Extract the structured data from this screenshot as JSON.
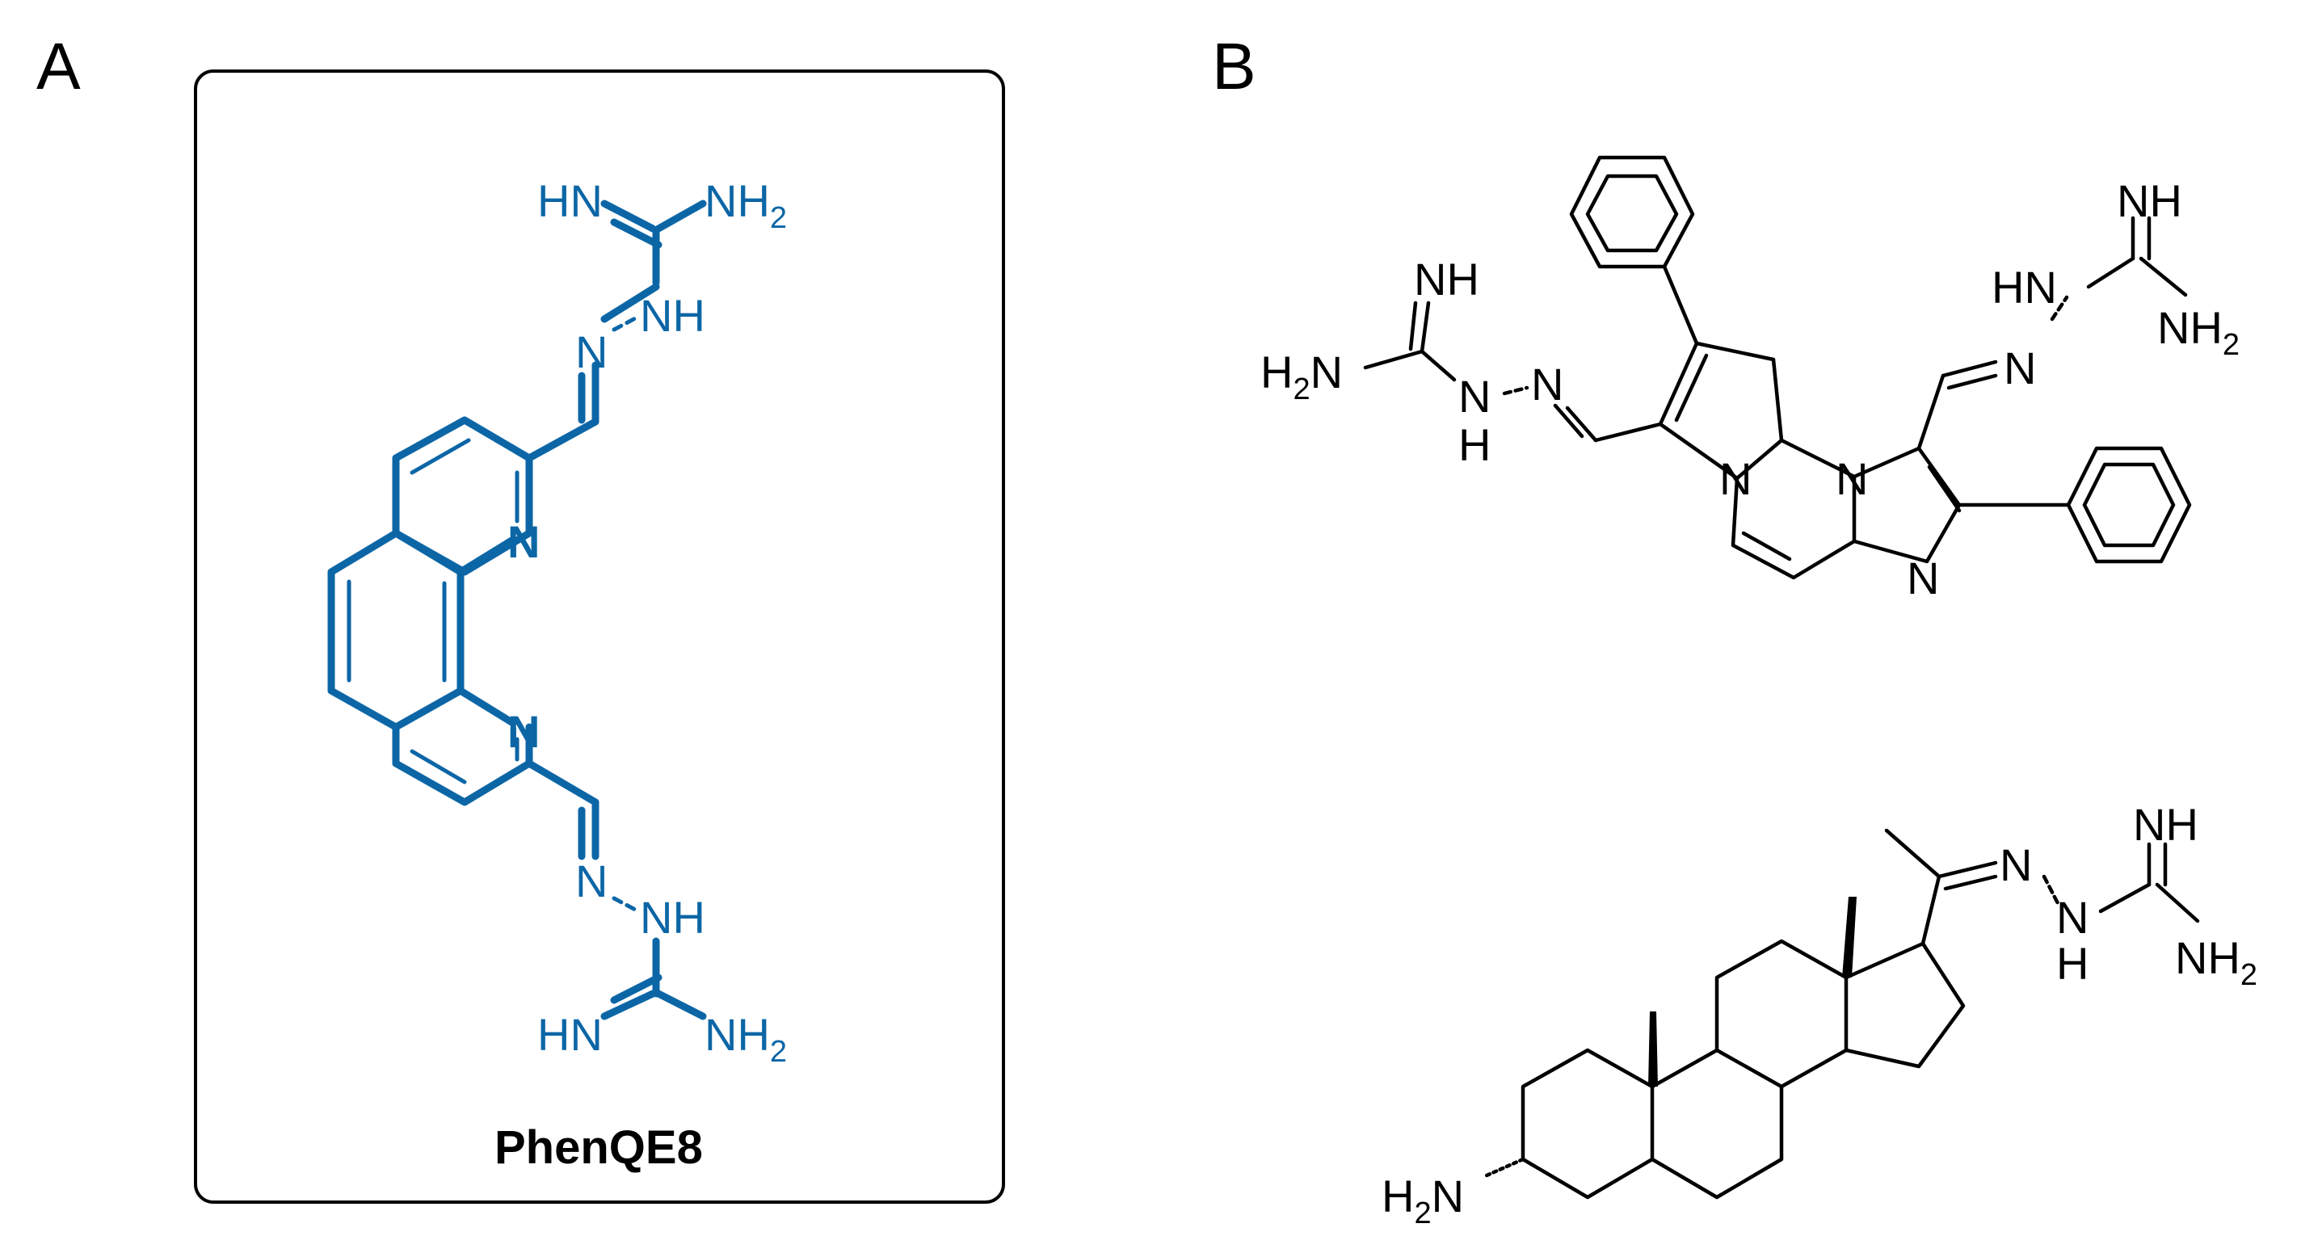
{
  "panels": {
    "a": {
      "label": "A",
      "compound_name": "PhenQE8"
    },
    "b": {
      "label": "B"
    }
  },
  "atoms_a": {
    "hn_top": "HN",
    "nh2_top": "NH",
    "nh_top": "NH",
    "n_top_hydrazone": "N",
    "n_ring1": "N",
    "n_ring2": "N",
    "n_bottom_hydrazone": "N",
    "nh_bottom": "NH",
    "hn_bottom": "HN",
    "nh2_bottom": "NH",
    "subscript": "2"
  },
  "atoms_b1": {
    "nh_left": "NH",
    "h2n_left": "H",
    "n_left_hyd": "N",
    "nh_left_lower": "N",
    "h_left": "H",
    "n_pyrrolo": "N",
    "n_imid": "N",
    "n_imid_bottom": "N",
    "nh_right": "NH",
    "hn_right": "HN",
    "n_right_hyd": "N",
    "nh2_right": "NH",
    "subscript": "2"
  },
  "atoms_b2": {
    "n_hyd1": "N",
    "n_hyd2": "N",
    "h_hyd": "H",
    "nh_top": "NH",
    "nh2": "NH",
    "h2n": "H",
    "subscript": "2"
  },
  "colors": {
    "accent": "#0c66a6",
    "ink": "#000000"
  }
}
